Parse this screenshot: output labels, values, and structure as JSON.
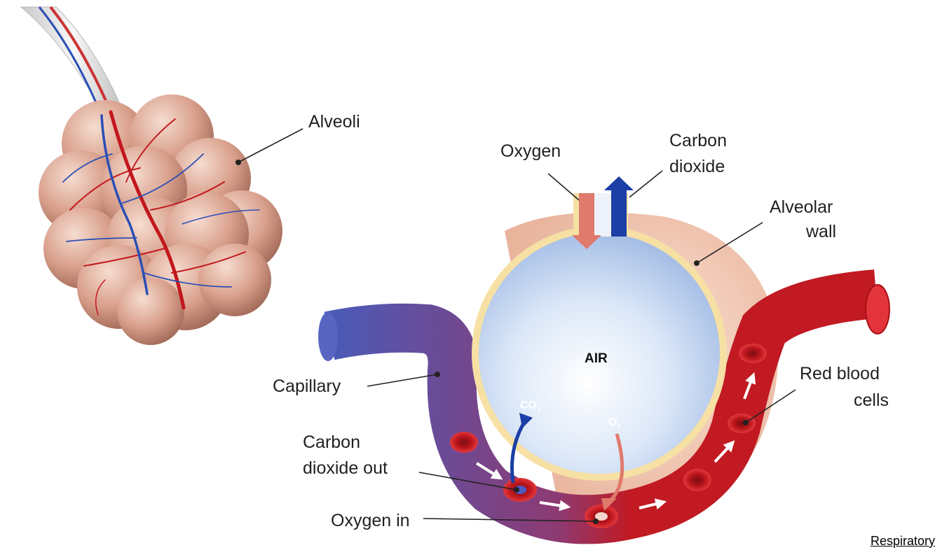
{
  "labels": {
    "alveoli": "Alveoli",
    "oxygen": "Oxygen",
    "carbon_dioxide_line1": "Carbon",
    "carbon_dioxide_line2": "dioxide",
    "alveolar_wall_line1": "Alveolar",
    "alveolar_wall_line2": "wall",
    "air": "AIR",
    "capillary": "Capillary",
    "red_blood_cells_line1": "Red blood",
    "red_blood_cells_line2": "cells",
    "co2_out_line1": "Carbon",
    "co2_out_line2": "dioxide out",
    "oxygen_in": "Oxygen in"
  },
  "gas_marks": {
    "co2_main": "CO",
    "co2_sub": "2",
    "o2_main": "O",
    "o2_sub": "2"
  },
  "footer": {
    "link_text": "Respiratory"
  },
  "colors": {
    "venous_blue": "#3f4da3",
    "arterial_red": "#c4161c",
    "oxygen_arrow": "#e07a6c",
    "co2_arrow": "#1b3fa6",
    "alveolar_wall": "#f1c7b2",
    "air_blue": "#dfe9f8"
  }
}
